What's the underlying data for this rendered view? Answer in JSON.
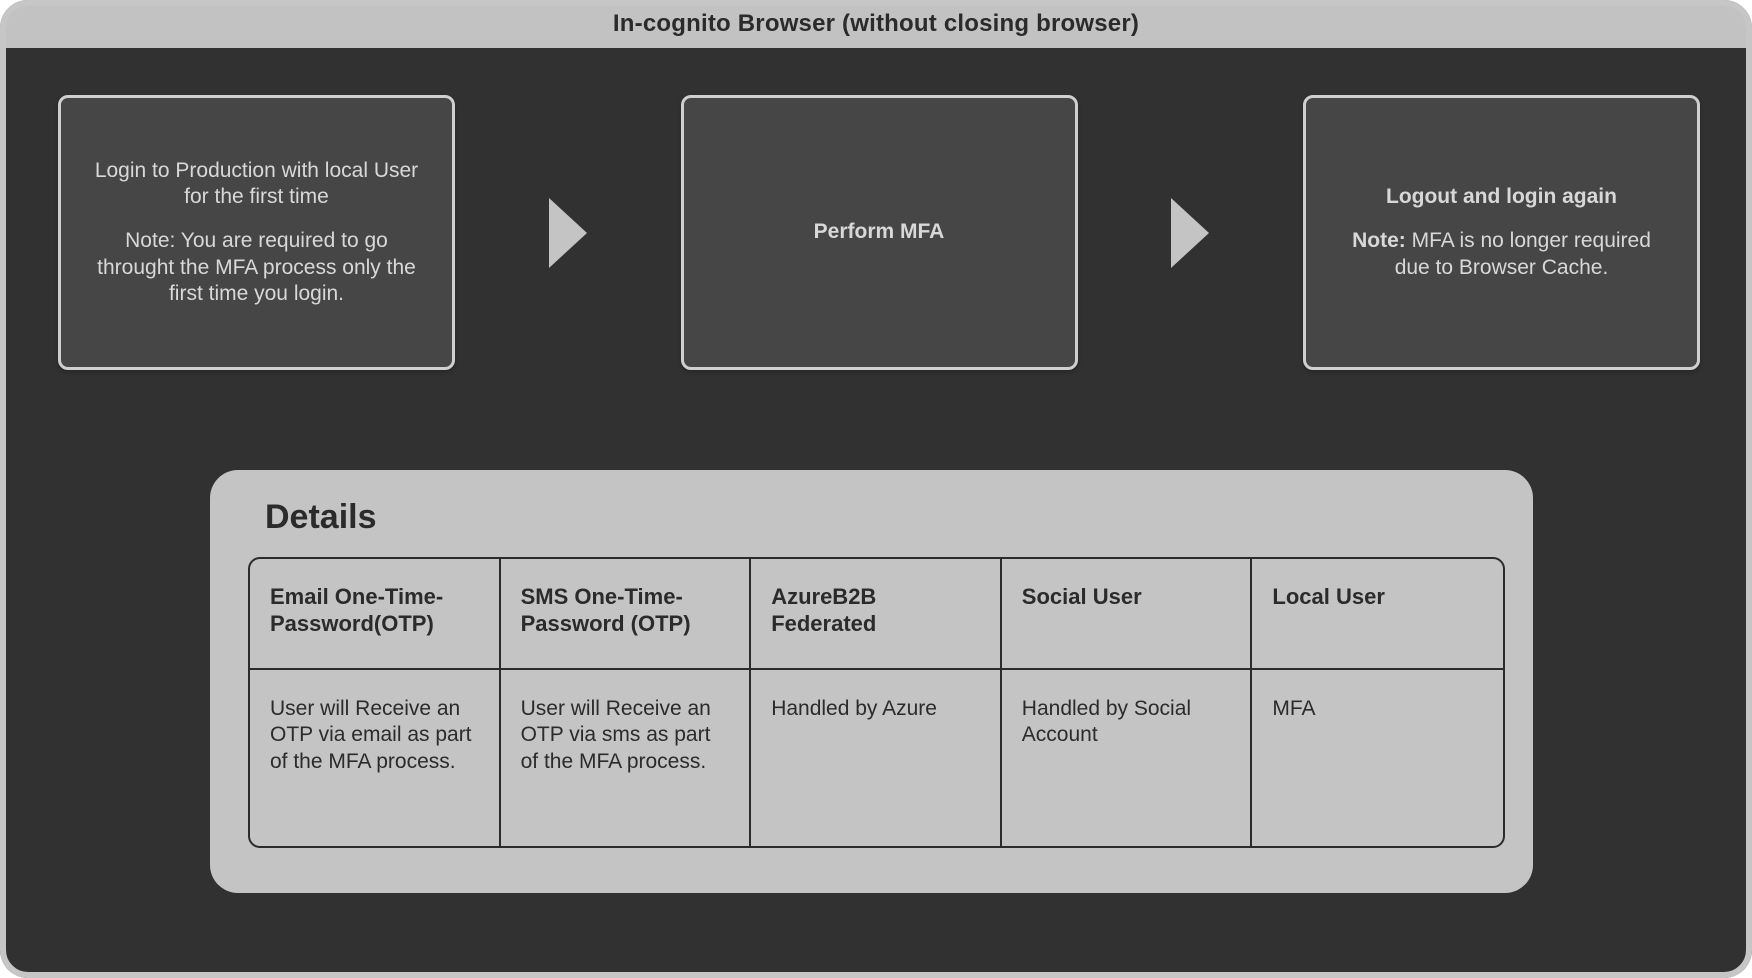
{
  "title": "In-cognito Browser (without closing browser)",
  "colors": {
    "canvas_bg": "#313131",
    "frame_and_titlebar": "#c2c2c2",
    "node_bg": "#464646",
    "node_border": "#cfcfcf",
    "node_text": "#d8d8d8",
    "arrow": "#c4c4c4",
    "panel_bg": "#c4c4c4",
    "dark_text": "#2b2b2b"
  },
  "flow": {
    "step1": {
      "line1": "Login to Production with local User for the first time",
      "line2": "Note: You are required to go throught the MFA process only the first time you login."
    },
    "step2": {
      "label": "Perform MFA"
    },
    "step3": {
      "heading": "Logout and login again",
      "note_label": "Note:",
      "note_text": "MFA is no longer required due to Browser Cache."
    }
  },
  "details": {
    "heading": "Details",
    "columns": [
      {
        "header": "Email One-Time-Password(OTP)",
        "body": "User will Receive an OTP via email as part of the MFA process."
      },
      {
        "header": "SMS One-Time-Password (OTP)",
        "body": "User will Receive an OTP via sms as part of the MFA process."
      },
      {
        "header": "AzureB2B Federated",
        "body": "Handled by Azure"
      },
      {
        "header": "Social User",
        "body": "Handled by Social Account"
      },
      {
        "header": "Local User",
        "body": "MFA"
      }
    ]
  }
}
